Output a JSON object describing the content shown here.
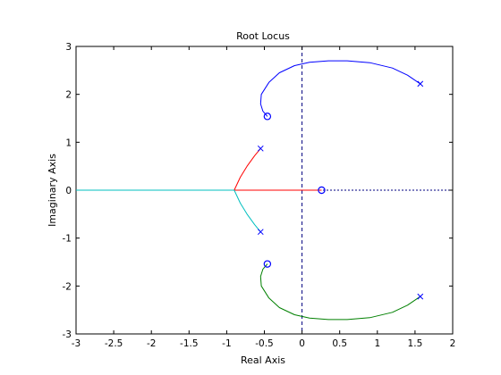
{
  "chart_data": {
    "type": "line",
    "title": "Root Locus",
    "xlabel": "Real Axis",
    "ylabel": "Imaginary Axis",
    "xlim": [
      -3,
      2
    ],
    "ylim": [
      -3,
      3
    ],
    "xticks": [
      -3,
      -2.5,
      -2,
      -1.5,
      -1,
      -0.5,
      0,
      0.5,
      1,
      1.5,
      2
    ],
    "yticks": [
      -3,
      -2,
      -1,
      0,
      1,
      2,
      3
    ],
    "xtick_labels": [
      "-3",
      "-2.5",
      "-2",
      "-1.5",
      "-1",
      "-0.5",
      "0",
      "0.5",
      "1",
      "1.5",
      "2"
    ],
    "ytick_labels": [
      "-3",
      "-2",
      "-1",
      "0",
      "1",
      "2",
      "3"
    ],
    "grid": false,
    "reference_lines": [
      {
        "orientation": "vertical",
        "value": 0,
        "style": "dashed",
        "color": "#000080"
      },
      {
        "orientation": "horizontal",
        "value": 0,
        "style": "dotted",
        "color": "#000080"
      }
    ],
    "poles": [
      {
        "x": -0.55,
        "y": 0.87
      },
      {
        "x": -0.55,
        "y": -0.87
      },
      {
        "x": 1.57,
        "y": 2.22
      },
      {
        "x": 1.57,
        "y": -2.22
      }
    ],
    "zeros": [
      {
        "x": -0.46,
        "y": 1.54
      },
      {
        "x": -0.46,
        "y": -1.54
      },
      {
        "x": 0.26,
        "y": 0
      }
    ],
    "series": [
      {
        "color": "#0000ff",
        "x": [
          1.57,
          1.4,
          1.2,
          0.9,
          0.6,
          0.35,
          0.1,
          -0.1,
          -0.3,
          -0.44,
          -0.54,
          -0.55,
          -0.52,
          -0.46
        ],
        "y": [
          2.22,
          2.4,
          2.55,
          2.66,
          2.7,
          2.7,
          2.67,
          2.6,
          2.45,
          2.25,
          2.0,
          1.8,
          1.65,
          1.54
        ]
      },
      {
        "color": "#008000",
        "x": [
          1.57,
          1.4,
          1.2,
          0.9,
          0.6,
          0.35,
          0.1,
          -0.1,
          -0.3,
          -0.44,
          -0.54,
          -0.55,
          -0.52,
          -0.46
        ],
        "y": [
          -2.22,
          -2.4,
          -2.55,
          -2.66,
          -2.7,
          -2.7,
          -2.67,
          -2.6,
          -2.45,
          -2.25,
          -2.0,
          -1.8,
          -1.65,
          -1.54
        ]
      },
      {
        "color": "#ff0000",
        "x": [
          -0.55,
          -0.63,
          -0.73,
          -0.82,
          -0.9,
          -0.6,
          -0.3,
          0.0,
          0.26
        ],
        "y": [
          0.87,
          0.72,
          0.5,
          0.27,
          0.0,
          0.0,
          0.0,
          0.0,
          0.0
        ]
      },
      {
        "color": "#00bfbf",
        "x": [
          -0.55,
          -0.63,
          -0.73,
          -0.82,
          -0.9,
          -1.3,
          -1.8,
          -2.4,
          -3.0
        ],
        "y": [
          -0.87,
          -0.72,
          -0.5,
          -0.27,
          0.0,
          0.0,
          0.0,
          0.0,
          0.0
        ]
      }
    ]
  }
}
